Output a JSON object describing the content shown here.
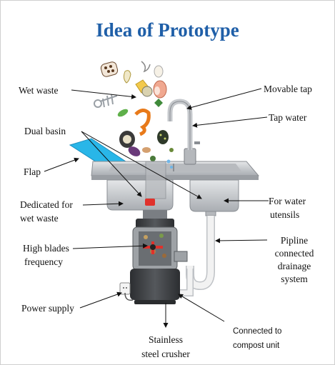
{
  "title": "Idea of Prototype",
  "labels": {
    "wet_waste": "Wet waste",
    "dual_basin": "Dual basin",
    "flap": "Flap",
    "dedicated_1": "Dedicated for",
    "dedicated_2": "wet waste",
    "high_blades_1": "High blades",
    "high_blades_2": "frequency",
    "power_supply": "Power supply",
    "stainless_1": "Stainless",
    "stainless_2": "steel crusher",
    "movable_tap": "Movable tap",
    "tap_water": "Tap water",
    "for_water_1": "For water",
    "for_water_2": "utensils",
    "pipeline_1": "Pipline",
    "pipeline_2": "connected",
    "pipeline_3": "drainage",
    "pipeline_4": "system",
    "compost_1": "Connected to",
    "compost_2": "compost unit"
  },
  "colors": {
    "title": "#1f5fa8",
    "flap": "#29b6e8",
    "sink_steel": "#c9ccd0",
    "crusher_body": "#3a3c3f",
    "blade_red": "#e0312b",
    "pipe": "#e8e8e8"
  }
}
